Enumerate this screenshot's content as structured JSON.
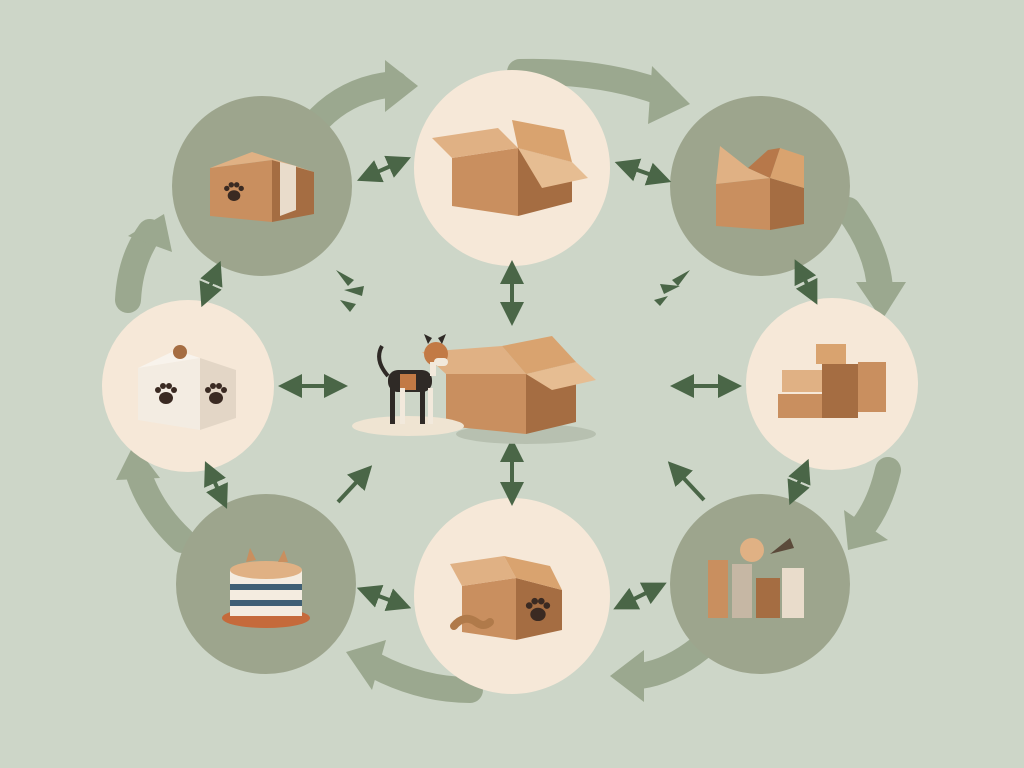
{
  "diagram": {
    "colors": {
      "background": "#cdd6c8",
      "node_sage": "#9da58d",
      "node_cream": "#f6e8d8",
      "cycle_arrow": "#9ba88f",
      "connector": "#4a6647",
      "cardboard": "#c98f5f",
      "cardboard_dark": "#a56d42",
      "cardboard_light": "#e0b184",
      "paw": "#3a2a22"
    },
    "center": {
      "box_icon": "open-box-icon",
      "dog_icon": "dog-icon"
    },
    "nodes": [
      {
        "id": "top-left",
        "icon": "taped-box-icon",
        "tone": "sage"
      },
      {
        "id": "top-center",
        "icon": "open-box-icon",
        "tone": "cream"
      },
      {
        "id": "top-right",
        "icon": "flaps-open-box-icon",
        "tone": "sage"
      },
      {
        "id": "right",
        "icon": "stacked-boxes-icon",
        "tone": "cream"
      },
      {
        "id": "bottom-right",
        "icon": "packaging-pile-icon",
        "tone": "sage"
      },
      {
        "id": "bottom-center",
        "icon": "paw-box-icon",
        "tone": "cream"
      },
      {
        "id": "bottom-left",
        "icon": "cake-tin-icon",
        "tone": "sage"
      },
      {
        "id": "left",
        "icon": "paw-print-box-icon",
        "tone": "cream"
      }
    ]
  }
}
